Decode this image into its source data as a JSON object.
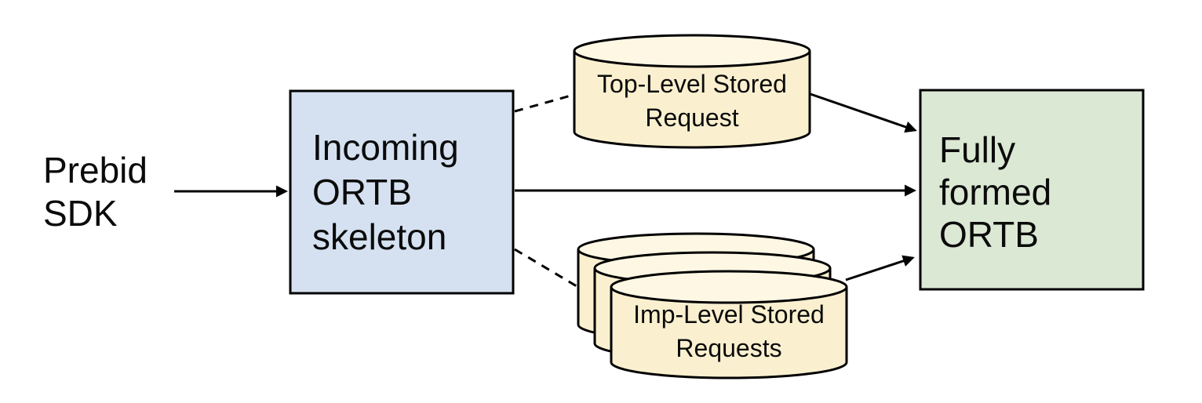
{
  "background": "#ffffff",
  "colors": {
    "stroke": "#000000",
    "text": "#0b0b0b",
    "box_blue_fill": "#d5e1f0",
    "box_green_fill": "#dbe8d4",
    "cylinder_body_fill": "#faf0cf",
    "cylinder_top_fill": "#fdf7e3"
  },
  "nodes": {
    "prebid_sdk": {
      "lines": [
        "Prebid",
        "SDK"
      ]
    },
    "incoming_ortb_skeleton": {
      "lines": [
        "Incoming",
        "ORTB",
        "skeleton"
      ]
    },
    "top_level_stored_request": {
      "lines": [
        "Top-Level Stored",
        "Request"
      ]
    },
    "imp_level_stored_requests": {
      "lines": [
        "Imp-Level Stored",
        "Requests"
      ]
    },
    "fully_formed_ortb": {
      "lines": [
        "Fully",
        "formed",
        "ORTB"
      ]
    }
  },
  "edges": [
    {
      "from": "prebid_sdk",
      "to": "incoming_ortb_skeleton",
      "style": "solid-arrow"
    },
    {
      "from": "incoming_ortb_skeleton",
      "to": "top_level_stored_request",
      "style": "dashed"
    },
    {
      "from": "incoming_ortb_skeleton",
      "to": "imp_level_stored_requests",
      "style": "dashed"
    },
    {
      "from": "incoming_ortb_skeleton",
      "to": "fully_formed_ortb",
      "style": "solid-arrow"
    },
    {
      "from": "top_level_stored_request",
      "to": "fully_formed_ortb",
      "style": "solid-arrow"
    },
    {
      "from": "imp_level_stored_requests",
      "to": "fully_formed_ortb",
      "style": "solid-arrow"
    }
  ]
}
